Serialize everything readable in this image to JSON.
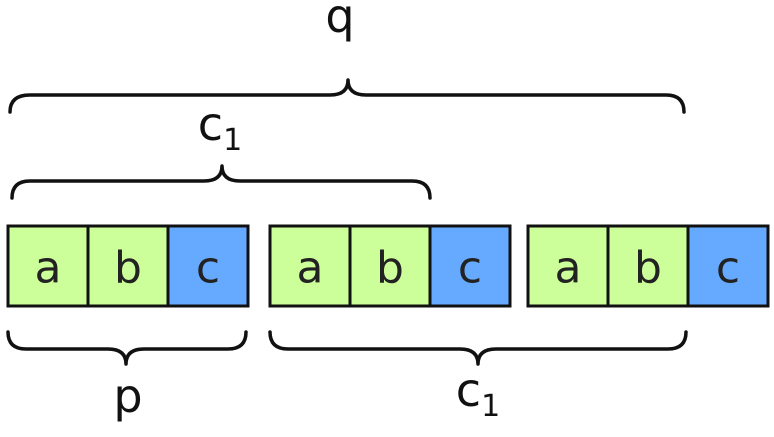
{
  "colors": {
    "letter_cell": "#ccff99",
    "c_cell": "#66aaff",
    "stroke": "#111111"
  },
  "groups": [
    {
      "cells": [
        {
          "letter": "a",
          "kind": "letter"
        },
        {
          "letter": "b",
          "kind": "letter"
        },
        {
          "letter": "c",
          "kind": "c"
        }
      ]
    },
    {
      "cells": [
        {
          "letter": "a",
          "kind": "letter"
        },
        {
          "letter": "b",
          "kind": "letter"
        },
        {
          "letter": "c",
          "kind": "c"
        }
      ]
    },
    {
      "cells": [
        {
          "letter": "a",
          "kind": "letter"
        },
        {
          "letter": "b",
          "kind": "letter"
        },
        {
          "letter": "c",
          "kind": "c"
        }
      ]
    }
  ],
  "labels": {
    "q": "q",
    "c1_top": {
      "base": "c",
      "sub": "1"
    },
    "p": "p",
    "c1_bottom": {
      "base": "c",
      "sub": "1"
    }
  }
}
